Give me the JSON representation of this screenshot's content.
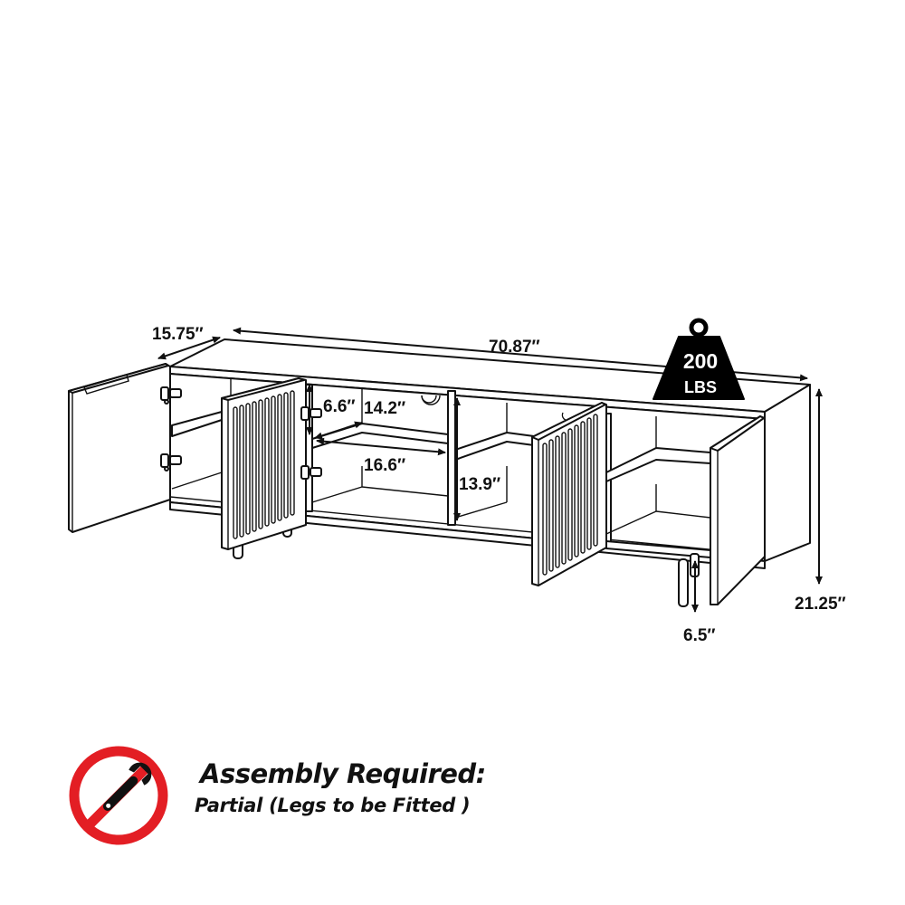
{
  "product": {
    "name": "TV stand cabinet with 4 doors",
    "dimensions": {
      "depth": "15.75″",
      "width": "70.87″",
      "height": "21.25″",
      "leg_height": "6.5″",
      "shelf_height_top": "6.6″",
      "shelf_depth": "14.2″",
      "compartment_width": "16.6″",
      "compartment_height": "13.9″"
    },
    "weight_capacity": {
      "value": "200",
      "unit": "LBS"
    }
  },
  "assembly": {
    "title": "Assembly Required:",
    "subtitle": "Partial (Legs to be Fitted )",
    "icon": "no-tools-icon",
    "icon_color": "#E31E24"
  },
  "colors": {
    "line": "#111111",
    "background": "#FFFFFF",
    "accent_red": "#E31E24",
    "weight_badge": "#000000"
  }
}
